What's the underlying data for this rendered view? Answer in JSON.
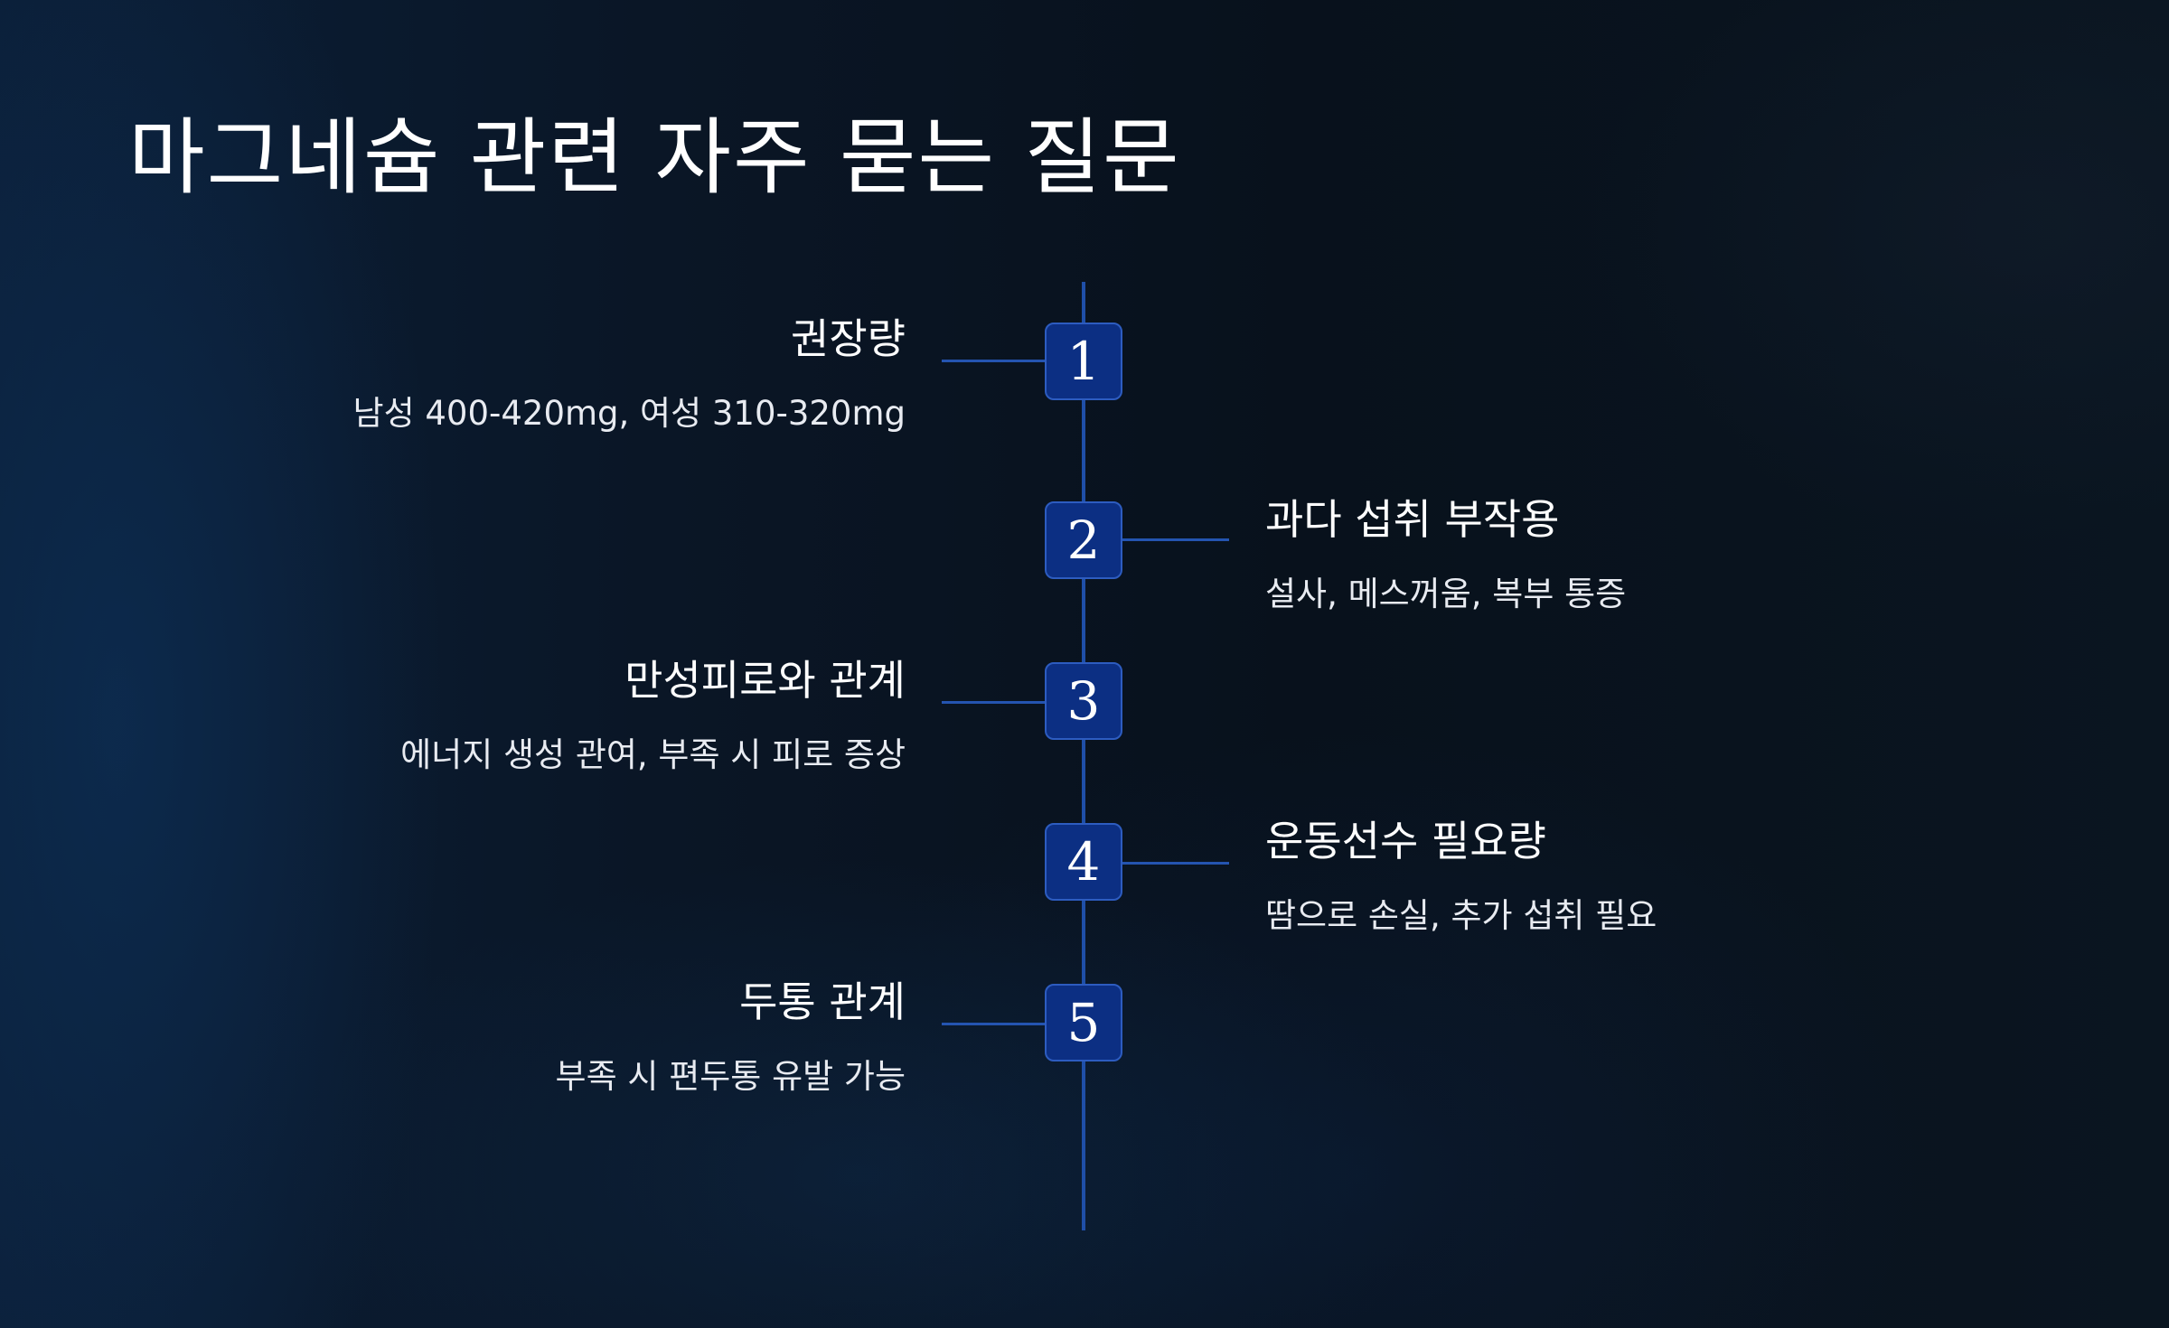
{
  "title": "마그네슘 관련 자주 묻는 질문",
  "items": [
    {
      "number": "1",
      "title": "권장량",
      "description": "남성 400-420mg, 여성 310-320mg",
      "side": "left"
    },
    {
      "number": "2",
      "title": "과다 섭취 부작용",
      "description": "설사, 메스꺼움, 복부 통증",
      "side": "right"
    },
    {
      "number": "3",
      "title": "만성피로와 관계",
      "description": "에너지 생성 관여, 부족 시 피로 증상",
      "side": "left"
    },
    {
      "number": "4",
      "title": "운동선수 필요량",
      "description": "땀으로 손실, 추가 섭취 필요",
      "side": "right"
    },
    {
      "number": "5",
      "title": "두통 관계",
      "description": "부족 시 편두통 유발 가능",
      "side": "left"
    }
  ],
  "colors": {
    "node_fill": "#0c2f83",
    "node_border": "#2d5cc0",
    "line": "#1f4fa8"
  }
}
